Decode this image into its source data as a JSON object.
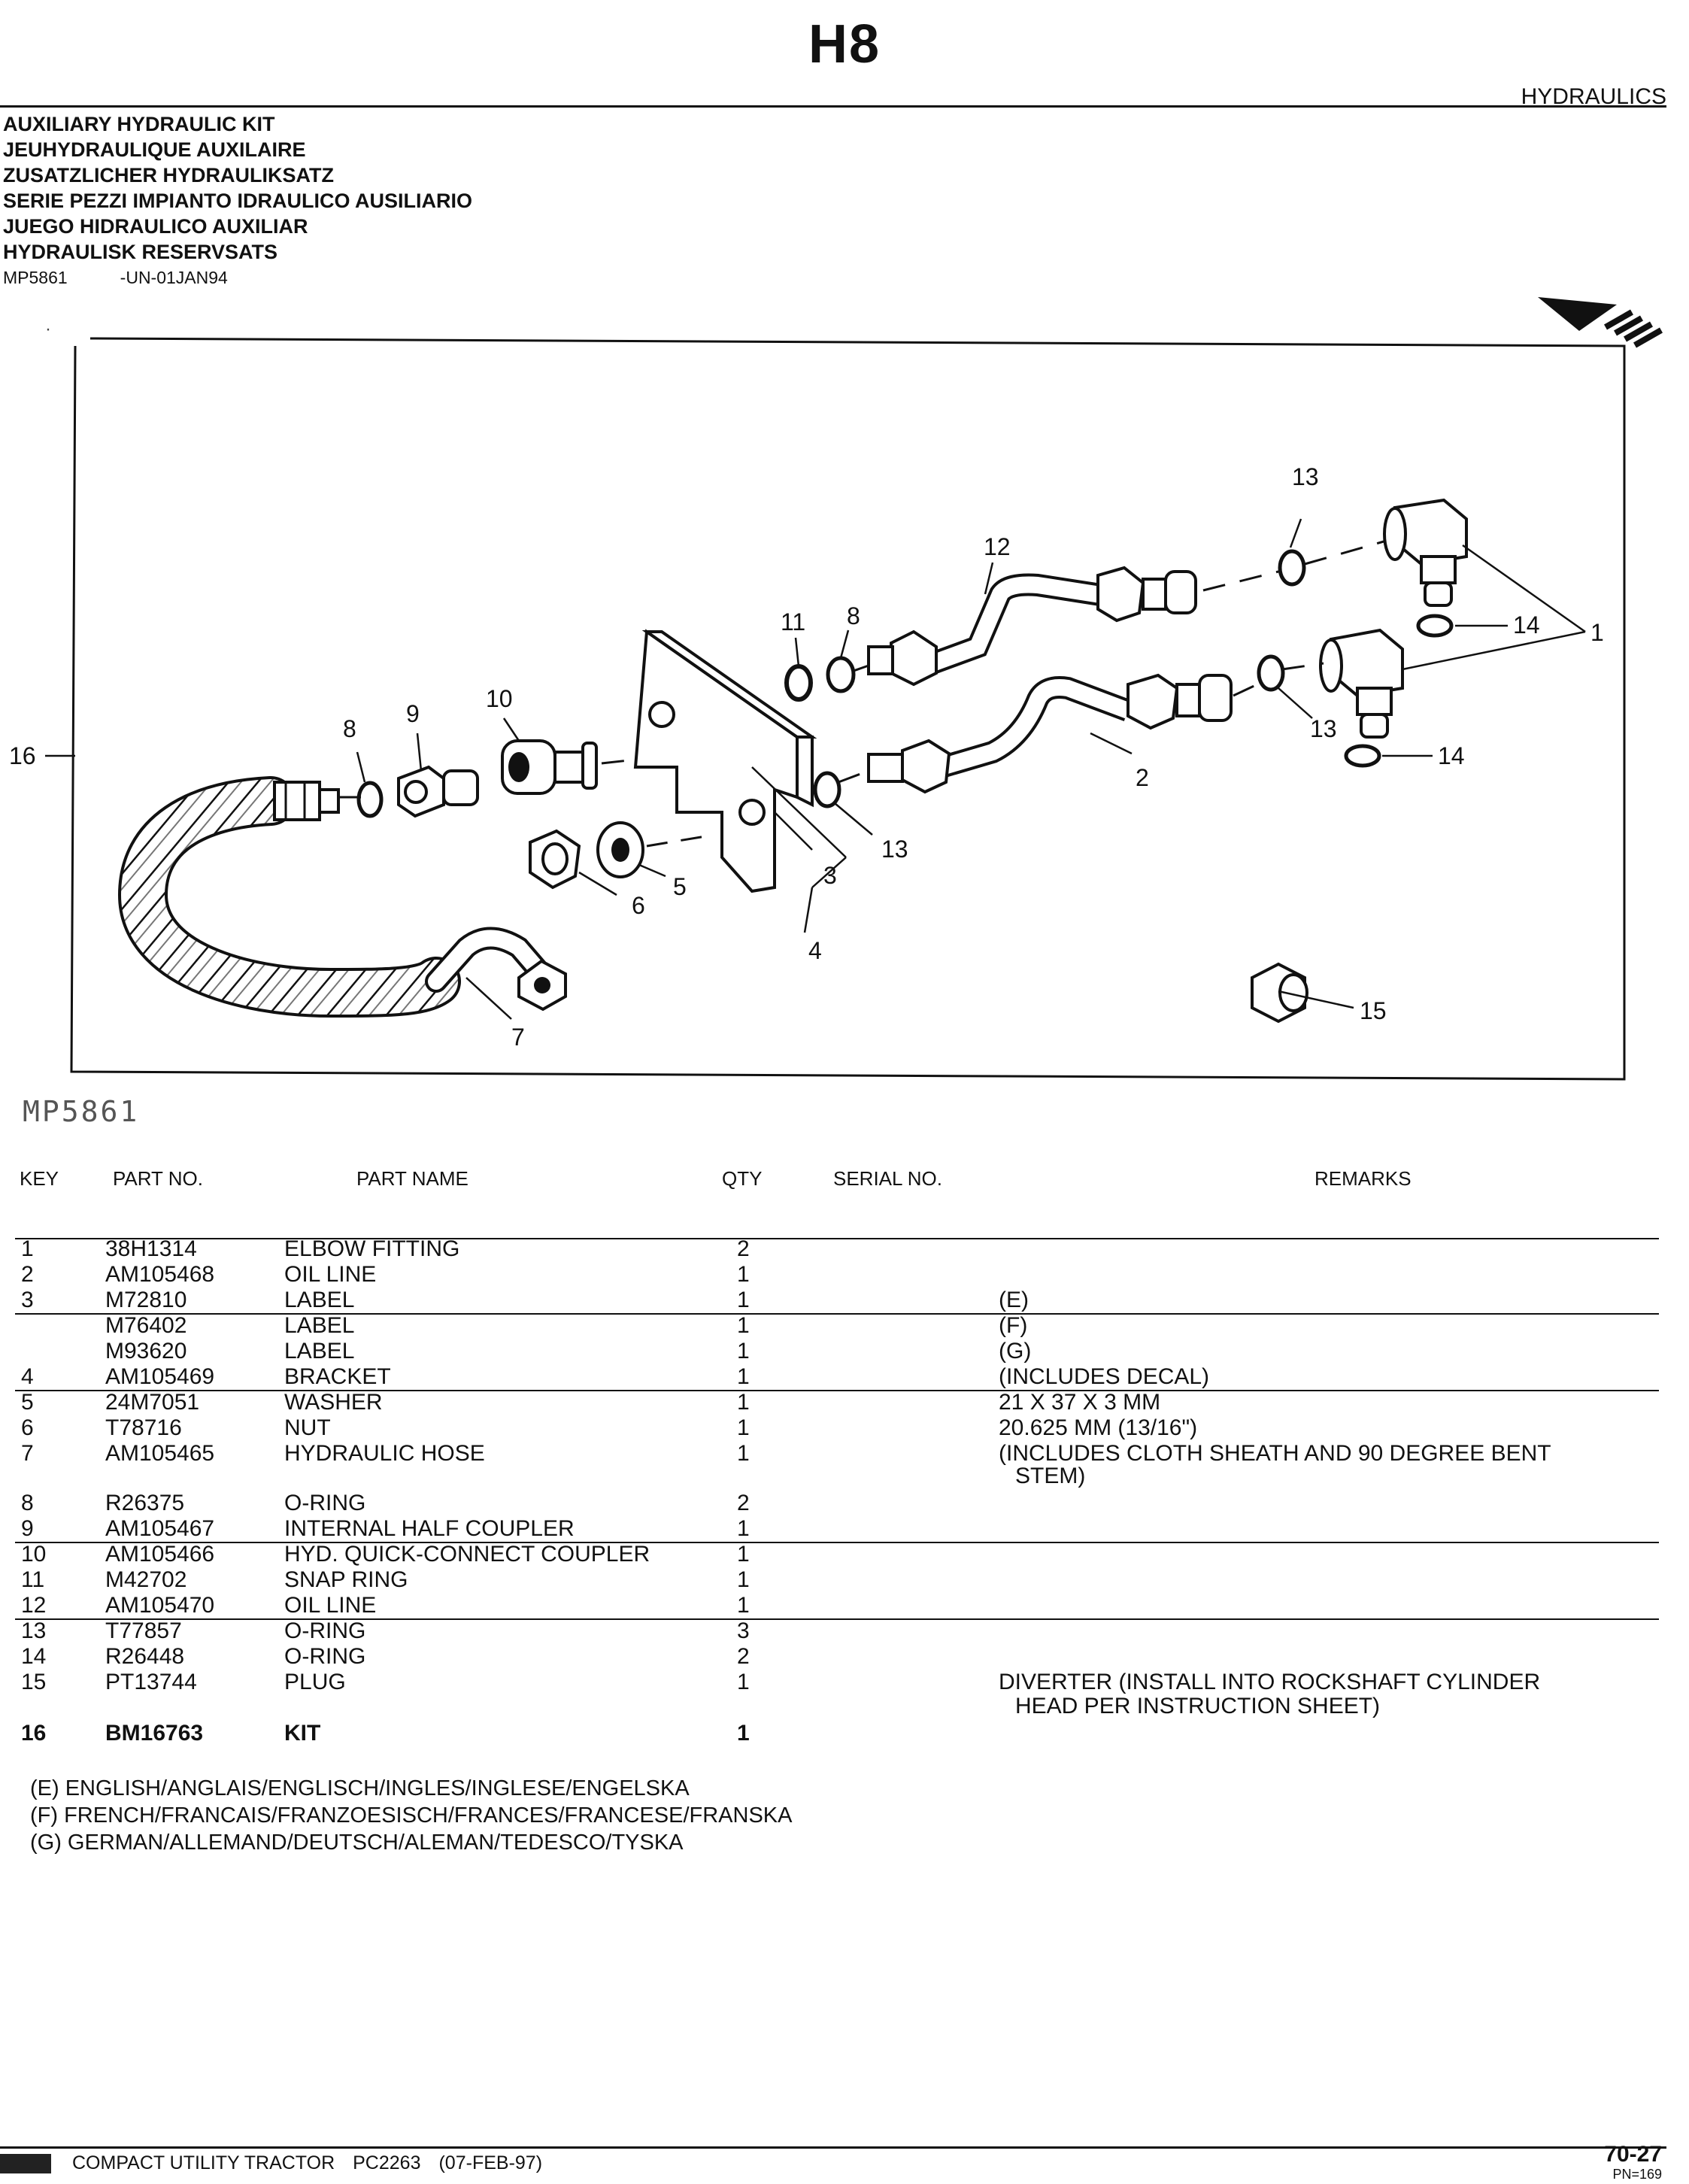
{
  "header": {
    "page_id": "H8",
    "section": "HYDRAULICS",
    "titles": [
      "AUXILIARY HYDRAULIC KIT",
      "JEUHYDRAULIQUE AUXILAIRE",
      "ZUSATZLICHER HYDRAULIKSATZ",
      "SERIE PEZZI IMPIANTO IDRAULICO AUSILIARIO",
      "JUEGO HIDRAULICO AUXILIAR",
      "HYDRAULISK RESERVSATS"
    ],
    "ref_code": "MP5861",
    "ref_date": "-UN-01JAN94"
  },
  "illustration": {
    "figure_label": "MP5861",
    "callouts": [
      "1",
      "2",
      "3",
      "4",
      "5",
      "6",
      "7",
      "8",
      "8",
      "9",
      "10",
      "11",
      "12",
      "13",
      "13",
      "13",
      "14",
      "14",
      "15",
      "16"
    ]
  },
  "table": {
    "headers": {
      "key": "KEY",
      "part_no": "PART NO.",
      "part_name": "PART NAME",
      "qty": "QTY",
      "serial": "SERIAL NO.",
      "remarks": "REMARKS"
    },
    "rows": [
      {
        "key": "1",
        "part_no": "38H1314",
        "name": "ELBOW FITTING",
        "qty": "2",
        "remarks": ""
      },
      {
        "key": "2",
        "part_no": "AM105468",
        "name": "OIL LINE",
        "qty": "1",
        "remarks": ""
      },
      {
        "key": "3",
        "part_no": "M72810",
        "name": "LABEL",
        "qty": "1",
        "remarks": "(E)"
      },
      {
        "key": "",
        "part_no": "M76402",
        "name": "LABEL",
        "qty": "1",
        "remarks": "(F)"
      },
      {
        "key": "",
        "part_no": "M93620",
        "name": "LABEL",
        "qty": "1",
        "remarks": "(G)"
      },
      {
        "key": "4",
        "part_no": "AM105469",
        "name": "BRACKET",
        "qty": "1",
        "remarks": "(INCLUDES DECAL)"
      },
      {
        "key": "5",
        "part_no": "24M7051",
        "name": "WASHER",
        "qty": "1",
        "remarks": "21 X 37 X 3 MM"
      },
      {
        "key": "6",
        "part_no": "T78716",
        "name": "NUT",
        "qty": "1",
        "remarks": "20.625 MM (13/16\")"
      },
      {
        "key": "7",
        "part_no": "AM105465",
        "name": "HYDRAULIC HOSE",
        "qty": "1",
        "remarks": "(INCLUDES CLOTH SHEATH AND 90 DEGREE BENT",
        "remarks2": "STEM)"
      },
      {
        "key": "8",
        "part_no": "R26375",
        "name": "O-RING",
        "qty": "2",
        "remarks": ""
      },
      {
        "key": "9",
        "part_no": "AM105467",
        "name": "INTERNAL HALF COUPLER",
        "qty": "1",
        "remarks": ""
      },
      {
        "key": "10",
        "part_no": "AM105466",
        "name": "HYD. QUICK-CONNECT COUPLER",
        "qty": "1",
        "remarks": ""
      },
      {
        "key": "11",
        "part_no": "M42702",
        "name": "SNAP RING",
        "qty": "1",
        "remarks": ""
      },
      {
        "key": "12",
        "part_no": "AM105470",
        "name": "OIL LINE",
        "qty": "1",
        "remarks": ""
      },
      {
        "key": "13",
        "part_no": "T77857",
        "name": "O-RING",
        "qty": "3",
        "remarks": ""
      },
      {
        "key": "14",
        "part_no": "R26448",
        "name": "O-RING",
        "qty": "2",
        "remarks": ""
      },
      {
        "key": "15",
        "part_no": "PT13744",
        "name": "PLUG",
        "qty": "1",
        "remarks": "DIVERTER (INSTALL INTO ROCKSHAFT CYLINDER",
        "remarks2": "HEAD PER INSTRUCTION SHEET)"
      },
      {
        "key": "16",
        "part_no": "BM16763",
        "name": "KIT",
        "qty": "1",
        "remarks": ""
      }
    ]
  },
  "legend": [
    "(E) ENGLISH/ANGLAIS/ENGLISCH/INGLES/INGLESE/ENGELSKA",
    "(F) FRENCH/FRANCAIS/FRANZOESISCH/FRANCES/FRANCESE/FRANSKA",
    "(G) GERMAN/ALLEMAND/DEUTSCH/ALEMAN/TEDESCO/TYSKA"
  ],
  "footer": {
    "product": "COMPACT UTILITY TRACTOR",
    "catalog": "PC2263",
    "date": "(07-FEB-97)",
    "page": "70-27",
    "pn": "PN=169"
  }
}
